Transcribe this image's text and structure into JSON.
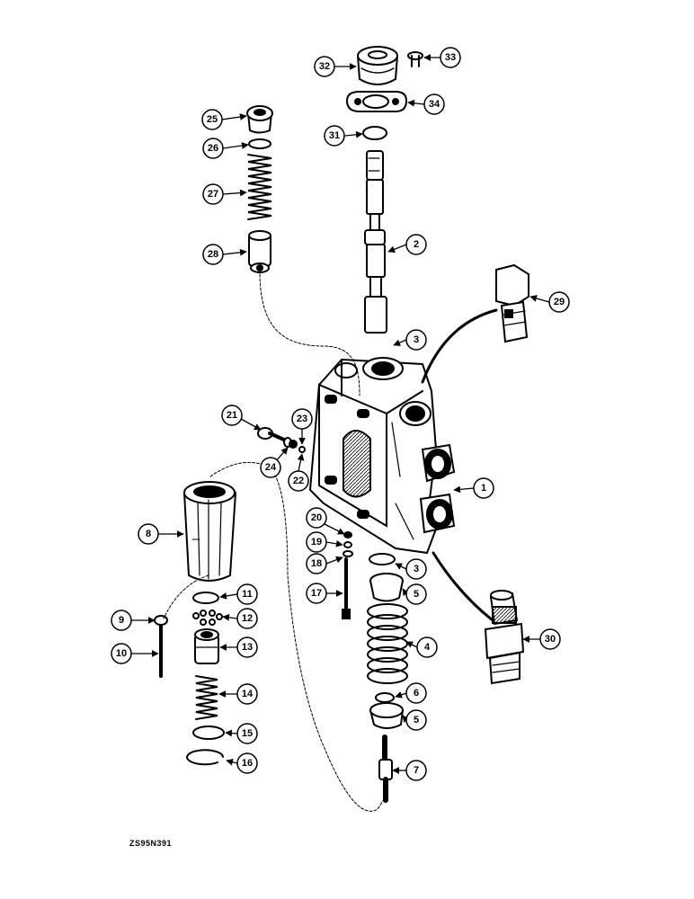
{
  "drawing_code": "ZS95N391",
  "callouts": [
    {
      "id": "callout-1",
      "label": "1"
    },
    {
      "id": "callout-2",
      "label": "2"
    },
    {
      "id": "callout-3a",
      "label": "3"
    },
    {
      "id": "callout-3b",
      "label": "3"
    },
    {
      "id": "callout-4",
      "label": "4"
    },
    {
      "id": "callout-5a",
      "label": "5"
    },
    {
      "id": "callout-5b",
      "label": "5"
    },
    {
      "id": "callout-6",
      "label": "6"
    },
    {
      "id": "callout-7",
      "label": "7"
    },
    {
      "id": "callout-8",
      "label": "8"
    },
    {
      "id": "callout-9",
      "label": "9"
    },
    {
      "id": "callout-10",
      "label": "10"
    },
    {
      "id": "callout-11",
      "label": "11"
    },
    {
      "id": "callout-12",
      "label": "12"
    },
    {
      "id": "callout-13",
      "label": "13"
    },
    {
      "id": "callout-14",
      "label": "14"
    },
    {
      "id": "callout-15",
      "label": "15"
    },
    {
      "id": "callout-16",
      "label": "16"
    },
    {
      "id": "callout-17",
      "label": "17"
    },
    {
      "id": "callout-18",
      "label": "18"
    },
    {
      "id": "callout-19",
      "label": "19"
    },
    {
      "id": "callout-20",
      "label": "20"
    },
    {
      "id": "callout-21",
      "label": "21"
    },
    {
      "id": "callout-22",
      "label": "22"
    },
    {
      "id": "callout-23",
      "label": "23"
    },
    {
      "id": "callout-24",
      "label": "24"
    },
    {
      "id": "callout-25",
      "label": "25"
    },
    {
      "id": "callout-26",
      "label": "26"
    },
    {
      "id": "callout-27",
      "label": "27"
    },
    {
      "id": "callout-28",
      "label": "28"
    },
    {
      "id": "callout-29",
      "label": "29"
    },
    {
      "id": "callout-30",
      "label": "30"
    },
    {
      "id": "callout-31",
      "label": "31"
    },
    {
      "id": "callout-32",
      "label": "32"
    },
    {
      "id": "callout-33",
      "label": "33"
    },
    {
      "id": "callout-34",
      "label": "34"
    }
  ]
}
